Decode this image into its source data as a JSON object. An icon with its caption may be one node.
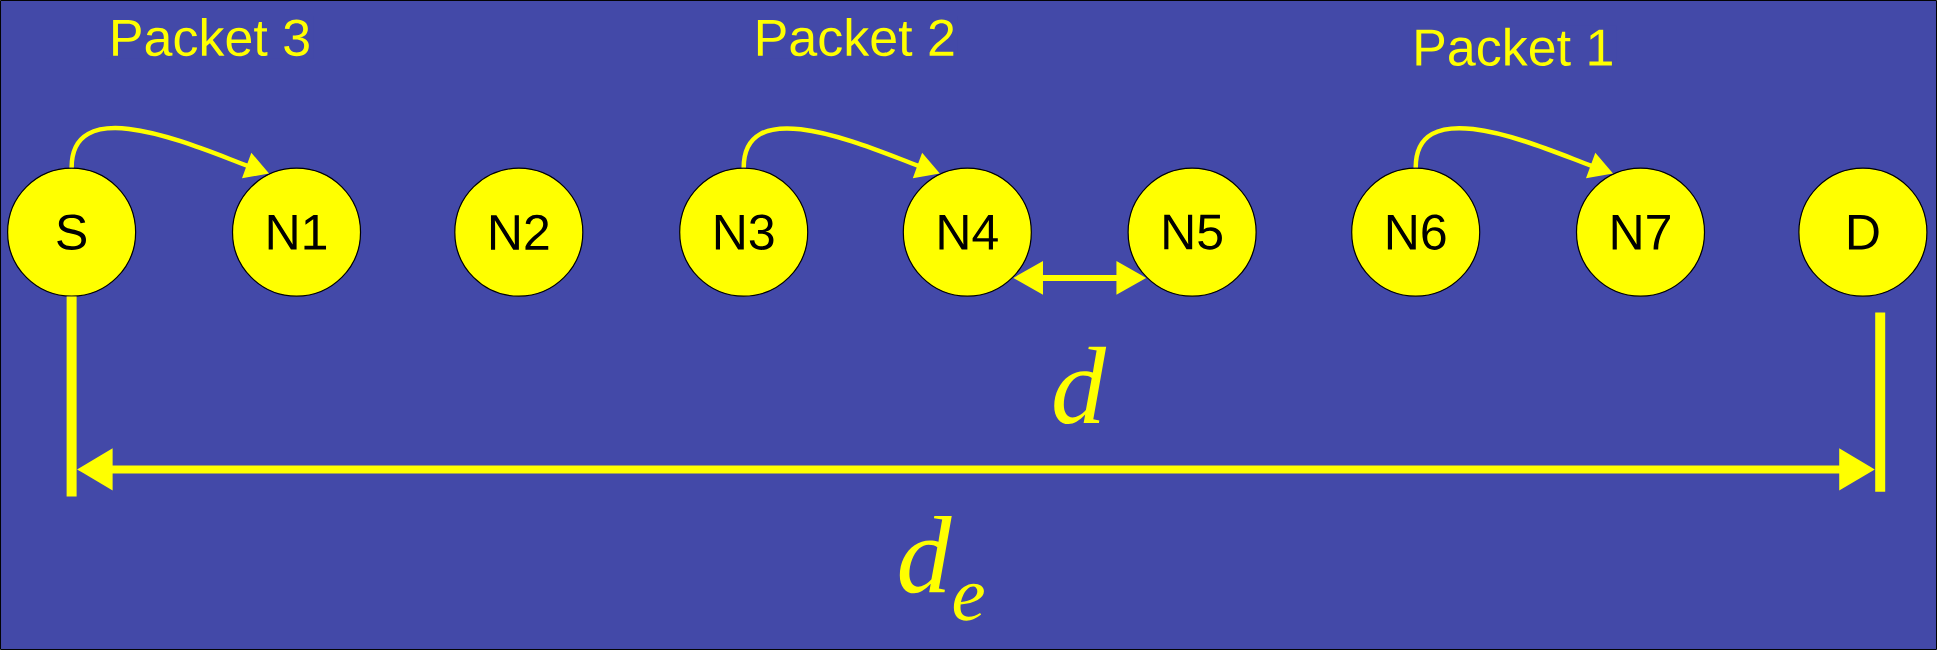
{
  "diagram": {
    "nodes": [
      {
        "text": [
          "S"
        ]
      },
      {
        "text": [
          "N1"
        ]
      },
      {
        "text": [
          "N2"
        ]
      },
      {
        "text": [
          "N3"
        ]
      },
      {
        "text": [
          "N4"
        ]
      },
      {
        "text": [
          "N5"
        ]
      },
      {
        "text": [
          "N6"
        ]
      },
      {
        "text": [
          "N7"
        ]
      },
      {
        "text": [
          "D"
        ]
      }
    ],
    "edges": [
      {
        "from": 0,
        "to": 1,
        "arrow": "to",
        "label": "Packet 3"
      },
      {
        "from": 3,
        "to": 4,
        "arrow": "to",
        "label": "Packet 2"
      },
      {
        "from": 6,
        "to": 7,
        "arrow": "to",
        "label": "Packet 1"
      },
      {
        "from": 4,
        "to": 5,
        "arrow": "both",
        "label": "d"
      }
    ],
    "labels": [
      "d$_{e}$"
    ]
  }
}
